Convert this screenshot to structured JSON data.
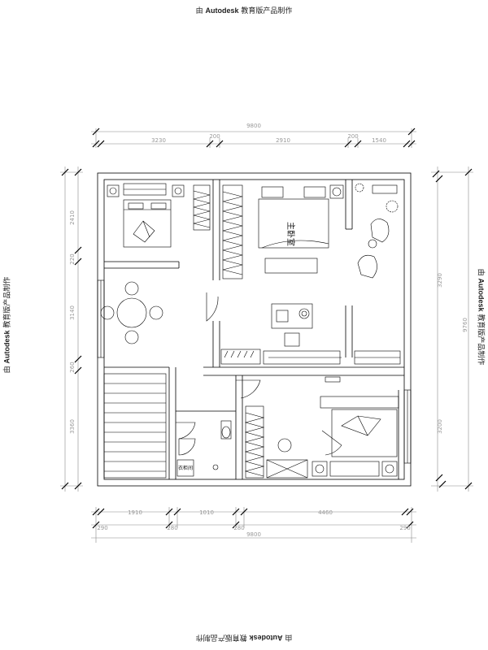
{
  "watermark": {
    "prefix": "由",
    "brand": "Autodesk",
    "suffix": "教育版产品制作"
  },
  "dimensions": {
    "top_total": "9800",
    "top_segments": [
      "3230",
      "200",
      "2910",
      "200",
      "1540"
    ],
    "bottom_segments": [
      "1910",
      "1010",
      "4460"
    ],
    "bottom_walls": [
      "290",
      "280",
      "280",
      "290"
    ],
    "bottom_total": "9800",
    "left_segments": [
      "2410",
      "220",
      "3140",
      "260",
      "3360"
    ],
    "right_segments": [
      "3290",
      "3200",
      "9760"
    ]
  },
  "room_labels": {
    "master_bedroom": "主卧室",
    "storage": "衣柜间"
  }
}
